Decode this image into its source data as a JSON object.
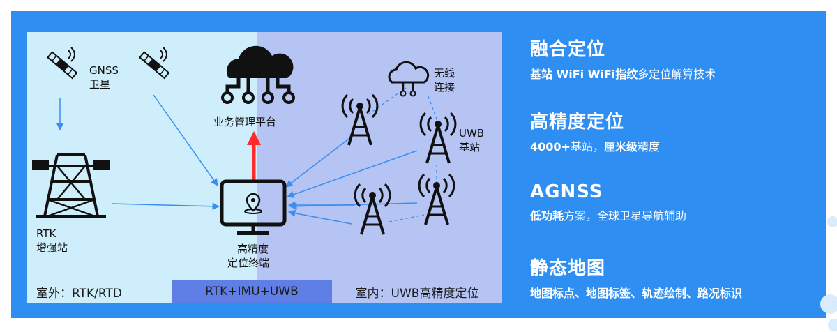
{
  "diagram": {
    "labels": {
      "gnss": "GNSS",
      "gnss_sub": "卫星",
      "cloud_platform": "业务管理平台",
      "wireless": "无线",
      "wireless_sub": "连接",
      "uwb": "UWB",
      "uwb_sub": "基站",
      "rtk": "RTK",
      "rtk_sub": "增强站",
      "terminal": "高精度",
      "terminal_sub": "定位终端"
    },
    "bar": {
      "outdoor": "室外：RTK/RTD",
      "hybrid": "RTK+IMU+UWB",
      "indoor": "室内：UWB高精度定位"
    }
  },
  "features": [
    {
      "title": "融合定位",
      "desc": [
        {
          "text": "基站 WiFi WiFi指纹",
          "bold": true
        },
        {
          "text": "多定位解算技术",
          "bold": false
        }
      ]
    },
    {
      "title": "高精度定位",
      "desc": [
        {
          "text": "4000+",
          "bold": true
        },
        {
          "text": "基站，",
          "bold": false
        },
        {
          "text": "厘米级",
          "bold": true
        },
        {
          "text": "精度",
          "bold": false
        }
      ]
    },
    {
      "title": "AGNSS",
      "desc": [
        {
          "text": "低功耗",
          "bold": true
        },
        {
          "text": "方案，全球卫星导航辅助",
          "bold": false
        }
      ]
    },
    {
      "title": "静态地图",
      "desc": [
        {
          "text": "地图标点、地图标签、轨迹绘制、路况标识",
          "bold": true
        }
      ]
    }
  ],
  "colors": {
    "panel": "#2e8ef2",
    "outdoor": "#cdeefa",
    "indoor": "#b5c4f3",
    "hybrid": "#5f7fe6",
    "arrow": "#3b8ef0",
    "uplink": "#ff2b2b"
  }
}
